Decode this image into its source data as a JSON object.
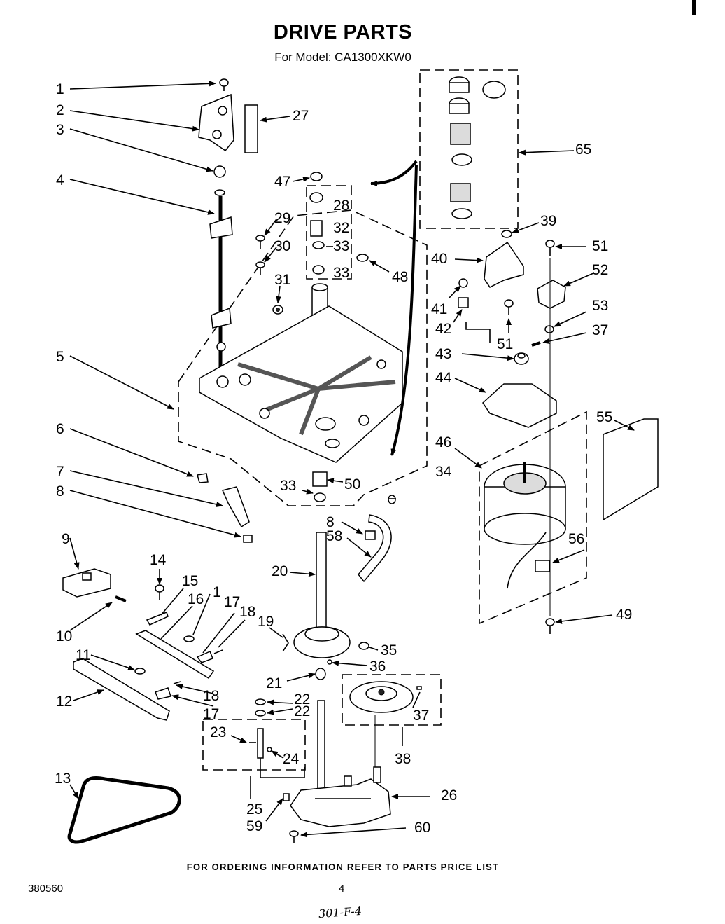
{
  "header": {
    "title": "DRIVE PARTS",
    "subtitle": "For Model: CA1300XKW0"
  },
  "footer": {
    "ordering_note": "FOR ORDERING INFORMATION REFER TO PARTS PRICE LIST",
    "doc_number": "380560",
    "page_number": "4",
    "handwritten_note": "301-F-4"
  },
  "callouts": [
    "1",
    "2",
    "3",
    "4",
    "5",
    "6",
    "7",
    "8",
    "8",
    "9",
    "10",
    "11",
    "12",
    "13",
    "14",
    "15",
    "1",
    "16",
    "17",
    "18",
    "19",
    "17",
    "18",
    "20",
    "21",
    "22",
    "22",
    "23",
    "24",
    "25",
    "26",
    "27",
    "28",
    "29",
    "30",
    "31",
    "32",
    "33",
    "33",
    "33",
    "34",
    "35",
    "36",
    "37",
    "37",
    "38",
    "39",
    "40",
    "41",
    "42",
    "43",
    "44",
    "46",
    "47",
    "48",
    "49",
    "50",
    "51",
    "51",
    "52",
    "53",
    "55",
    "56",
    "58",
    "59",
    "60",
    "65"
  ]
}
